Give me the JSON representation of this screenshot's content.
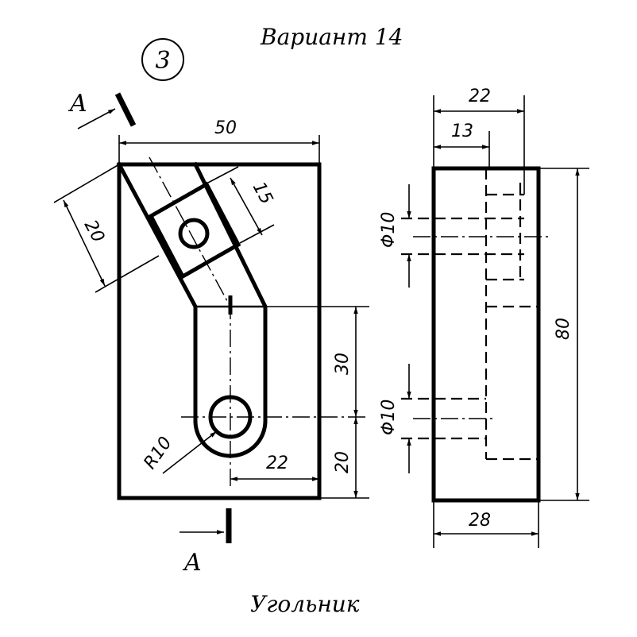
{
  "header": {
    "variant": "Вариант 14",
    "sheet_number": "3"
  },
  "section": {
    "label_top": "A",
    "label_bottom": "A"
  },
  "front_view": {
    "dim_width": "50",
    "dim_slot_width": "20",
    "dim_boss": "15",
    "dim_height_upper": "30",
    "dim_height_lower": "20",
    "dim_offset": "22",
    "dim_radius": "R10"
  },
  "side_view": {
    "dim_top_width": "22",
    "dim_top_offset": "13",
    "dim_hole_upper": "Φ10",
    "dim_hole_lower": "Φ10",
    "dim_height": "80",
    "dim_bottom_width": "28"
  },
  "footer": {
    "part_name": "Угольник"
  }
}
